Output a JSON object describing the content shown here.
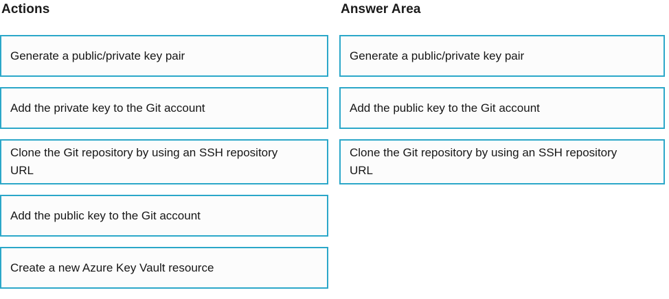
{
  "colors": {
    "box_border": "#2ba7c9",
    "box_fill": "#fcfcfc",
    "text": "#161616",
    "heading": "#1a1a1a",
    "page_background": "#ffffff"
  },
  "actions_column": {
    "heading": "Actions",
    "items": [
      {
        "label": "Generate a public/private key pair",
        "lines": 1
      },
      {
        "label": "Add the private key to the Git account",
        "lines": 1
      },
      {
        "label": "Clone the Git repository by using an SSH repository URL",
        "lines": 2
      },
      {
        "label": "Add the public key to the Git account",
        "lines": 1
      },
      {
        "label": "Create a new Azure Key Vault resource",
        "lines": 1
      }
    ]
  },
  "answer_column": {
    "heading": "Answer Area",
    "items": [
      {
        "label": "Generate a public/private key pair",
        "lines": 1
      },
      {
        "label": "Add the public key to the Git account",
        "lines": 1
      },
      {
        "label": "Clone the Git repository by using an SSH repository URL",
        "lines": 2
      }
    ]
  }
}
